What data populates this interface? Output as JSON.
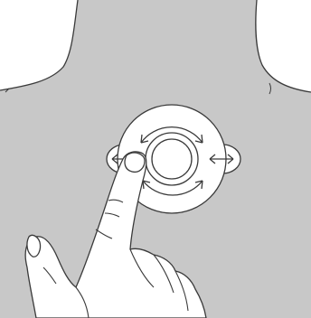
{
  "colors": {
    "background_white": "#ffffff",
    "skin_gray": "#c8c8c8",
    "outline": "#3a3a3a",
    "patch_fill": "#ffffff",
    "arrow_stroke": "#3a3a3a"
  },
  "arrows": {
    "outer_ring_rotation": [
      "curved-arrow-top",
      "curved-arrow-bottom"
    ],
    "side_tabs": [
      "left-tab-double-arrow",
      "right-tab-double-arrow"
    ]
  }
}
